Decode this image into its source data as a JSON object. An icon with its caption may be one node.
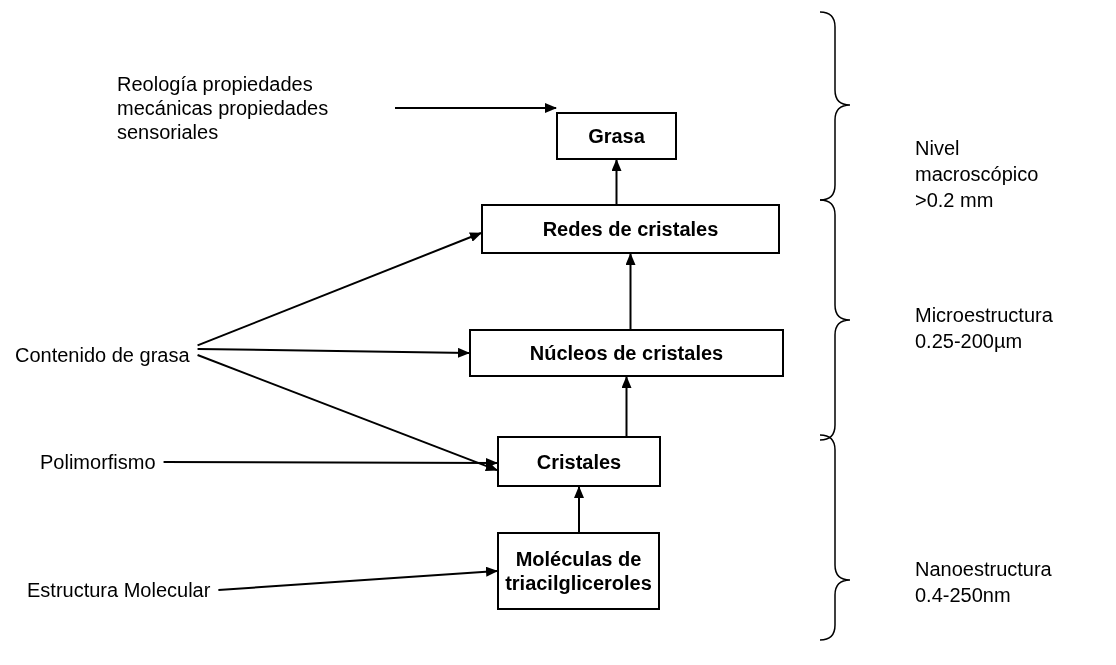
{
  "diagram": {
    "nodes": [
      {
        "text": [
          "Reología propiedades mecánicas propiedades sensoriales"
        ]
      },
      {
        "text": [
          "Grasa"
        ]
      },
      {
        "text": [
          "Redes de cristales"
        ]
      },
      {
        "text": [
          "Contenido de grasa"
        ]
      },
      {
        "text": [
          "Núcleos de cristales"
        ]
      },
      {
        "text": [
          "Polimorfismo"
        ]
      },
      {
        "text": [
          "Cristales"
        ]
      },
      {
        "text": [
          "Estructura Molecular"
        ]
      },
      {
        "text": [
          "Moléculas de triacilgliceroles"
        ]
      }
    ],
    "edges": [
      {
        "from": 0,
        "to": 1,
        "arrow": "to"
      },
      {
        "from": 2,
        "to": 1,
        "arrow": "to"
      },
      {
        "from": 3,
        "to": 2,
        "arrow": "to"
      },
      {
        "from": 4,
        "to": 2,
        "arrow": "to"
      },
      {
        "from": 3,
        "to": 4,
        "arrow": "to"
      },
      {
        "from": 3,
        "to": 6,
        "arrow": "to"
      },
      {
        "from": 6,
        "to": 4,
        "arrow": "to"
      },
      {
        "from": 5,
        "to": 6,
        "arrow": "to"
      },
      {
        "from": 8,
        "to": 6,
        "arrow": "to"
      },
      {
        "from": 7,
        "to": 8,
        "arrow": "to"
      }
    ],
    "labels": [
      "Nivel macroscópico >0.2 mm",
      "Microestructura 0.25-200µm",
      "Nanoestructura 0.4-250nm"
    ]
  }
}
